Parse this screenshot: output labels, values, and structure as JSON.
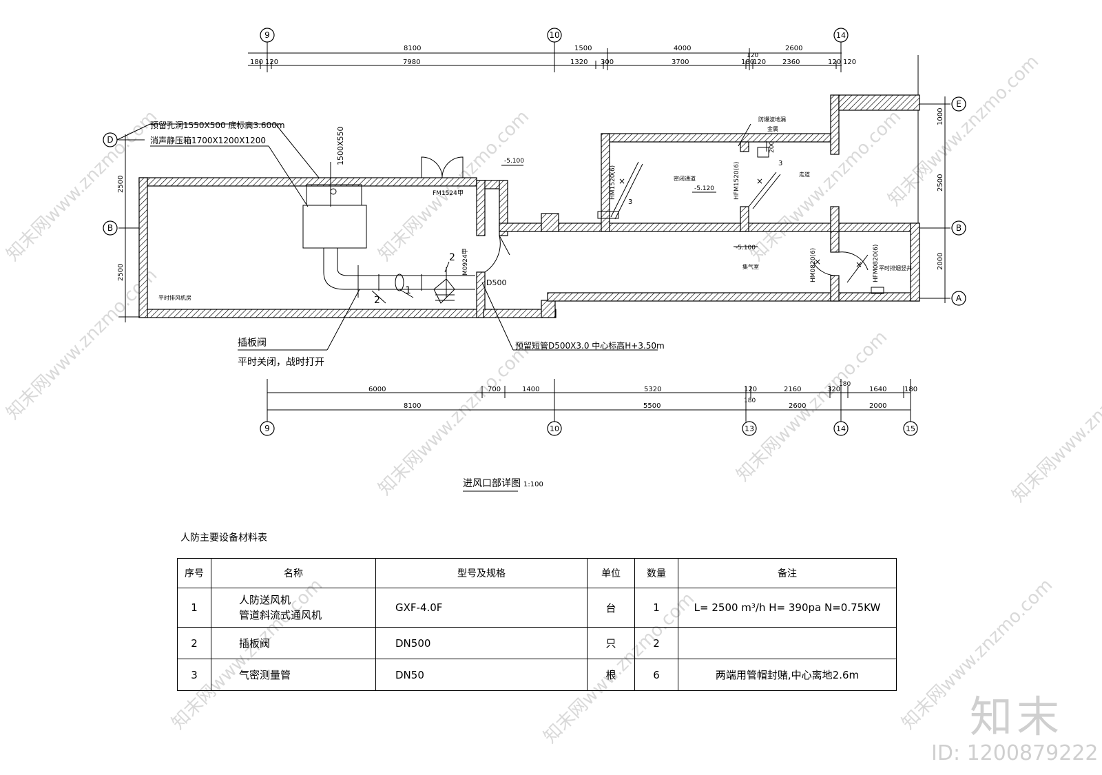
{
  "grid": {
    "top": [
      "9",
      "10",
      "14"
    ],
    "bottom": [
      "9",
      "10",
      "13",
      "14",
      "15"
    ],
    "left": [
      "D",
      "B"
    ],
    "right": [
      "E",
      "B",
      "A"
    ]
  },
  "dims_top_1": [
    "8100",
    "1500",
    "4000",
    "2600"
  ],
  "dims_top_2": [
    "180",
    "120",
    "7980",
    "1320",
    "300",
    "3700",
    "180",
    "120",
    "120",
    "2360",
    "120",
    "120"
  ],
  "dims_bottom_1": [
    "6000",
    "700",
    "1400",
    "5320",
    "120",
    "2160",
    "320",
    "180",
    "1640",
    "180"
  ],
  "dims_bottom_2": [
    "8100",
    "5500",
    "180",
    "2600",
    "2000"
  ],
  "dims_left": [
    "2500",
    "2500"
  ],
  "dims_right": [
    "1000",
    "2500",
    "2000"
  ],
  "annotations": {
    "reserved_hole": "预留孔洞1550X500  底标高3.600m",
    "plenum_box": "消声静压箱1700X1200X1200",
    "duct_size": "1500X550",
    "elev_a": "-5.100",
    "elev_b": "-5.120",
    "elev_c": "-5.100",
    "door_fm1524": "FM1524甲",
    "door_m0924": "M0924甲",
    "d500": "D500",
    "room_machine": "平时排风机房",
    "room_airlock": "密闭通道",
    "room_corridor": "走道",
    "room_collect": "集气室",
    "room_shaft": "平时排烟竖井",
    "blast_valve": "防爆波地漏",
    "blast_valve_2": "金属",
    "door_hm1520": "HM1520(6)",
    "door_hfm1520": "HFM1520(6)",
    "door_hm0820": "HM0820(6)",
    "door_hfm0820": "HFM0820(6)",
    "label_1": "1",
    "label_2a": "2",
    "label_2b": "2",
    "label_3a": "3",
    "label_3b": "3",
    "dim_200": "200",
    "gate_valve": "插板阀",
    "gate_valve_note": "平时关闭，战时打开",
    "reserved_pipe": "预留短管D500X3.0  中心标高H+3.50m"
  },
  "drawing_title": "进风口部详图",
  "drawing_scale": "1:100",
  "table": {
    "title": "人防主要设备材料表",
    "headers": [
      "序号",
      "名称",
      "型号及规格",
      "单位",
      "数量",
      "备注"
    ],
    "rows": [
      {
        "no": "1",
        "name": [
          "人防送风机",
          "管道斜流式通风机"
        ],
        "model": "GXF-4.0F",
        "unit": "台",
        "qty": "1",
        "note": "L= 2500 m³/h   H= 390pa   N=0.75KW"
      },
      {
        "no": "2",
        "name": [
          "插板阀"
        ],
        "model": "DN500",
        "unit": "只",
        "qty": "2",
        "note": ""
      },
      {
        "no": "3",
        "name": [
          "气密测量管"
        ],
        "model": "DN50",
        "unit": "根",
        "qty": "6",
        "note": "两端用管帽封赌,中心离地2.6m"
      }
    ]
  },
  "watermark": "知末网www.znzmo.com",
  "logo": "知末",
  "file_id": "ID: 1200879222"
}
